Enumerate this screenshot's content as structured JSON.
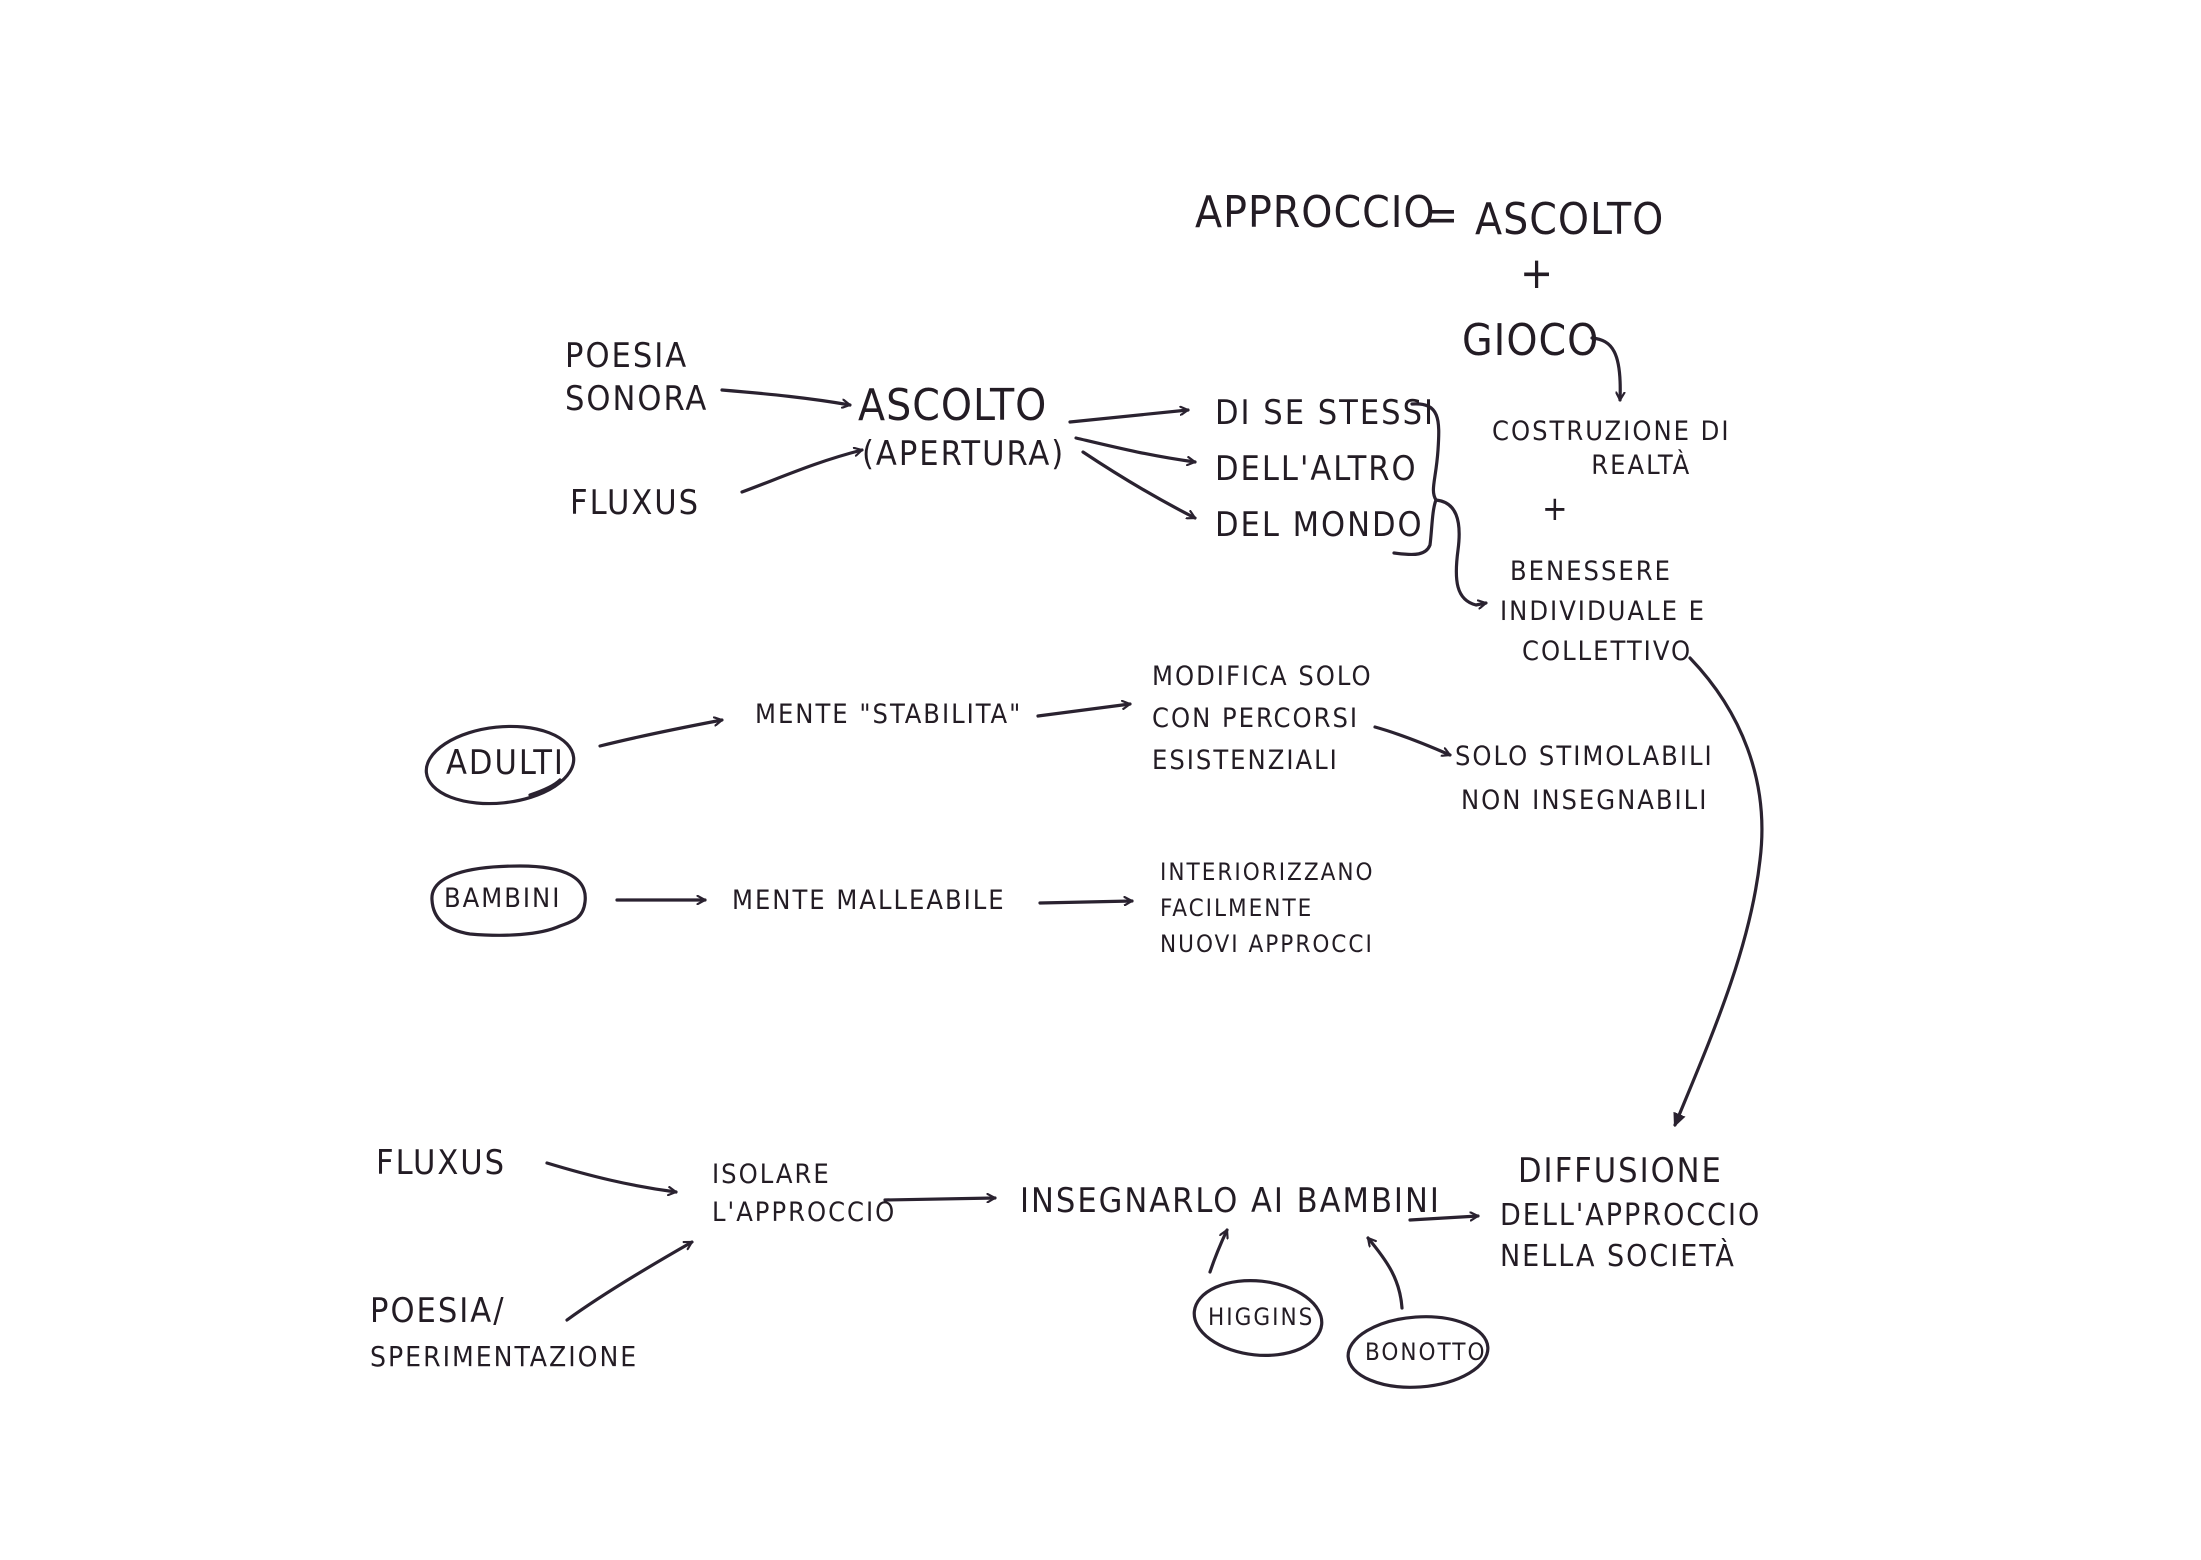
{
  "diagram": {
    "header": {
      "equation_left": "APPROCCIO",
      "equals": "=",
      "equation_right": "ASCOLTO",
      "plus_1": "+",
      "gioco": "GIOCO",
      "costruzione": [
        "COSTRUZIONE DI",
        "REALTÀ"
      ],
      "plus_2": "+",
      "benessere": [
        "BENESSERE",
        "INDIVIDUALE E",
        "COLLETTIVO"
      ]
    },
    "section_ascolto": {
      "poesia_sonora": [
        "POESIA",
        "SONORA"
      ],
      "fluxus": "FLUXUS",
      "ascolto": "ASCOLTO",
      "apertura": "(APERTURA)",
      "targets": [
        "DI SE STESSI",
        "DELL'ALTRO",
        "DEL MONDO"
      ]
    },
    "section_adulti": {
      "node": "ADULTI",
      "mente": "MENTE \"STABILITA\"",
      "modifica": [
        "MODIFICA SOLO",
        "CON PERCORSI",
        "ESISTENZIALI"
      ],
      "result": [
        "SOLO STIMOLABILI",
        "NON INSEGNABILI"
      ]
    },
    "section_bambini": {
      "node": "BAMBINI",
      "mente": "MENTE MALLEABILE",
      "result": [
        "INTERIORIZZANO",
        "FACILMENTE",
        "NUOVI APPROCCI"
      ]
    },
    "section_diffusione": {
      "fluxus": "FLUXUS",
      "poesia": [
        "POESIA/",
        "SPERIMENTAZIONE"
      ],
      "isolare": [
        "ISOLARE",
        "L'APPROCCIO"
      ],
      "insegnarlo": "INSEGNARLO AI BAMBINI",
      "higgins": "HIGGINS",
      "bonotto": "BONOTTO",
      "diffusione": [
        "DIFFUSIONE",
        "DELL'APPROCCIO",
        "NELLA SOCIETÀ"
      ]
    }
  }
}
